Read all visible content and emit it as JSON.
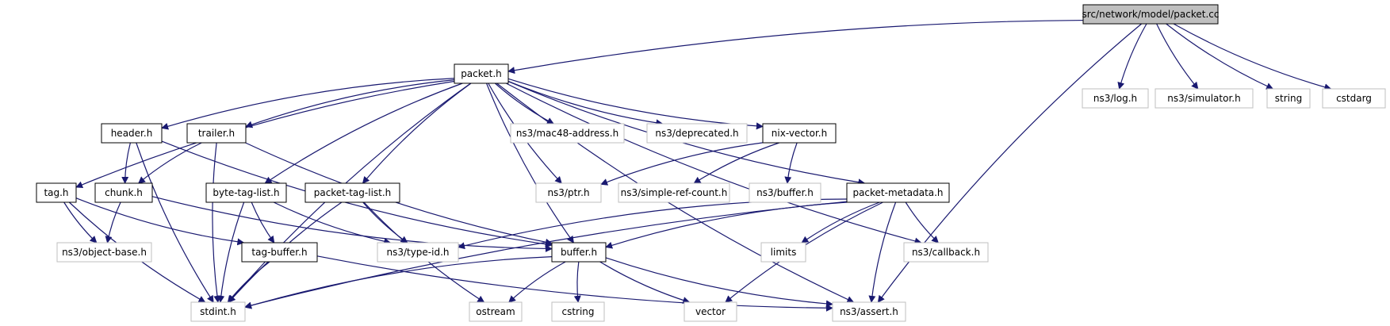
{
  "colors": {
    "edge": "#191970",
    "node_border_main": "#000000",
    "node_border_external": "#bfbfbf",
    "root_fill": "#bfbfbf",
    "node_fill": "#ffffff",
    "text": "#000000"
  },
  "nodes": [
    {
      "id": "root",
      "label": "src/network/model/packet.cc",
      "kind": "root"
    },
    {
      "id": "packet_h",
      "label": "packet.h",
      "kind": "main"
    },
    {
      "id": "log_h",
      "label": "ns3/log.h",
      "kind": "external"
    },
    {
      "id": "simulator_h",
      "label": "ns3/simulator.h",
      "kind": "external"
    },
    {
      "id": "string",
      "label": "string",
      "kind": "external"
    },
    {
      "id": "cstdarg",
      "label": "cstdarg",
      "kind": "external"
    },
    {
      "id": "header_h",
      "label": "header.h",
      "kind": "main"
    },
    {
      "id": "trailer_h",
      "label": "trailer.h",
      "kind": "main"
    },
    {
      "id": "mac48",
      "label": "ns3/mac48-address.h",
      "kind": "external"
    },
    {
      "id": "deprecated",
      "label": "ns3/deprecated.h",
      "kind": "external"
    },
    {
      "id": "nix_vector",
      "label": "nix-vector.h",
      "kind": "main"
    },
    {
      "id": "tag_h",
      "label": "tag.h",
      "kind": "main"
    },
    {
      "id": "chunk_h",
      "label": "chunk.h",
      "kind": "main"
    },
    {
      "id": "byte_tag_list",
      "label": "byte-tag-list.h",
      "kind": "main"
    },
    {
      "id": "packet_tag_list",
      "label": "packet-tag-list.h",
      "kind": "main"
    },
    {
      "id": "ptr_h",
      "label": "ns3/ptr.h",
      "kind": "external"
    },
    {
      "id": "simple_ref",
      "label": "ns3/simple-ref-count.h",
      "kind": "external"
    },
    {
      "id": "ns3_buffer",
      "label": "ns3/buffer.h",
      "kind": "external"
    },
    {
      "id": "packet_metadata",
      "label": "packet-metadata.h",
      "kind": "main"
    },
    {
      "id": "object_base",
      "label": "ns3/object-base.h",
      "kind": "external"
    },
    {
      "id": "tag_buffer",
      "label": "tag-buffer.h",
      "kind": "main"
    },
    {
      "id": "type_id",
      "label": "ns3/type-id.h",
      "kind": "external"
    },
    {
      "id": "buffer_h",
      "label": "buffer.h",
      "kind": "main"
    },
    {
      "id": "limits",
      "label": "limits",
      "kind": "external"
    },
    {
      "id": "callback",
      "label": "ns3/callback.h",
      "kind": "external"
    },
    {
      "id": "stdint",
      "label": "stdint.h",
      "kind": "external"
    },
    {
      "id": "ostream",
      "label": "ostream",
      "kind": "external"
    },
    {
      "id": "cstring",
      "label": "cstring",
      "kind": "external"
    },
    {
      "id": "vector",
      "label": "vector",
      "kind": "external"
    },
    {
      "id": "assert_h",
      "label": "ns3/assert.h",
      "kind": "external"
    }
  ],
  "edges": [
    {
      "from": "root",
      "to": "packet_h"
    },
    {
      "from": "root",
      "to": "log_h"
    },
    {
      "from": "root",
      "to": "simulator_h"
    },
    {
      "from": "root",
      "to": "string"
    },
    {
      "from": "root",
      "to": "cstdarg"
    },
    {
      "from": "root",
      "to": "assert_h"
    },
    {
      "from": "packet_h",
      "to": "header_h"
    },
    {
      "from": "packet_h",
      "to": "trailer_h"
    },
    {
      "from": "packet_h",
      "to": "mac48"
    },
    {
      "from": "packet_h",
      "to": "deprecated"
    },
    {
      "from": "packet_h",
      "to": "nix_vector"
    },
    {
      "from": "packet_h",
      "to": "tag_h"
    },
    {
      "from": "packet_h",
      "to": "byte_tag_list"
    },
    {
      "from": "packet_h",
      "to": "packet_tag_list"
    },
    {
      "from": "packet_h",
      "to": "ptr_h"
    },
    {
      "from": "packet_h",
      "to": "packet_metadata"
    },
    {
      "from": "packet_h",
      "to": "buffer_h"
    },
    {
      "from": "packet_h",
      "to": "callback"
    },
    {
      "from": "packet_h",
      "to": "stdint"
    },
    {
      "from": "packet_h",
      "to": "assert_h"
    },
    {
      "from": "header_h",
      "to": "chunk_h"
    },
    {
      "from": "header_h",
      "to": "stdint"
    },
    {
      "from": "header_h",
      "to": "buffer_h"
    },
    {
      "from": "trailer_h",
      "to": "chunk_h"
    },
    {
      "from": "trailer_h",
      "to": "stdint"
    },
    {
      "from": "trailer_h",
      "to": "buffer_h"
    },
    {
      "from": "chunk_h",
      "to": "object_base"
    },
    {
      "from": "chunk_h",
      "to": "buffer_h"
    },
    {
      "from": "tag_h",
      "to": "object_base"
    },
    {
      "from": "tag_h",
      "to": "tag_buffer"
    },
    {
      "from": "tag_h",
      "to": "stdint"
    },
    {
      "from": "nix_vector",
      "to": "ptr_h"
    },
    {
      "from": "nix_vector",
      "to": "simple_ref"
    },
    {
      "from": "nix_vector",
      "to": "ns3_buffer"
    },
    {
      "from": "byte_tag_list",
      "to": "tag_buffer"
    },
    {
      "from": "byte_tag_list",
      "to": "stdint"
    },
    {
      "from": "byte_tag_list",
      "to": "type_id"
    },
    {
      "from": "packet_tag_list",
      "to": "stdint"
    },
    {
      "from": "packet_tag_list",
      "to": "type_id"
    },
    {
      "from": "packet_tag_list",
      "to": "ostream"
    },
    {
      "from": "tag_buffer",
      "to": "stdint"
    },
    {
      "from": "tag_buffer",
      "to": "assert_h"
    },
    {
      "from": "packet_metadata",
      "to": "stdint"
    },
    {
      "from": "packet_metadata",
      "to": "type_id"
    },
    {
      "from": "packet_metadata",
      "to": "buffer_h"
    },
    {
      "from": "packet_metadata",
      "to": "limits"
    },
    {
      "from": "packet_metadata",
      "to": "callback"
    },
    {
      "from": "packet_metadata",
      "to": "vector"
    },
    {
      "from": "packet_metadata",
      "to": "assert_h"
    },
    {
      "from": "buffer_h",
      "to": "stdint"
    },
    {
      "from": "buffer_h",
      "to": "ostream"
    },
    {
      "from": "buffer_h",
      "to": "cstring"
    },
    {
      "from": "buffer_h",
      "to": "vector"
    },
    {
      "from": "buffer_h",
      "to": "assert_h"
    }
  ]
}
